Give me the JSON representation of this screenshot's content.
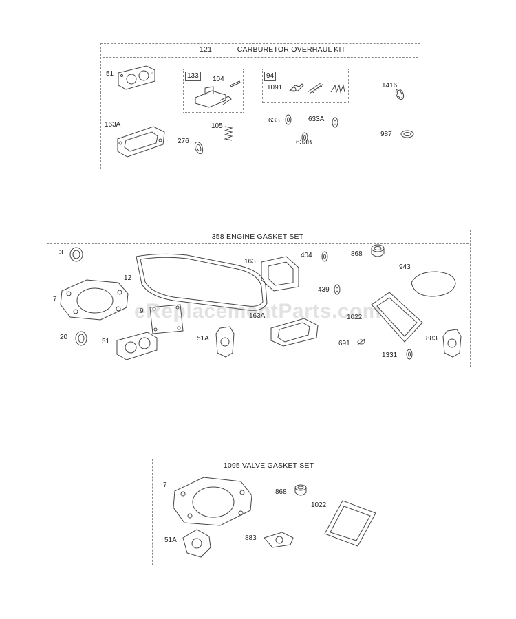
{
  "watermark": "eReplacementParts.com",
  "kits": [
    {
      "number": "121",
      "title": "CARBURETOR OVERHAUL KIT",
      "labels": [
        "51",
        "133",
        "104",
        "94",
        "1091",
        "1416",
        "163A",
        "105",
        "276",
        "633",
        "633A",
        "633B",
        "987"
      ]
    },
    {
      "title": "358 ENGINE GASKET SET",
      "labels": [
        "3",
        "163",
        "404",
        "868",
        "943",
        "12",
        "439",
        "7",
        "9",
        "163A",
        "1022",
        "20",
        "51",
        "51A",
        "691",
        "883",
        "1331"
      ]
    },
    {
      "title": "1095 VALVE GASKET SET",
      "labels": [
        "7",
        "868",
        "1022",
        "51A",
        "883"
      ]
    }
  ],
  "colors": {
    "line": "#444444",
    "dashed_border": "#8a8a8a",
    "watermark": "#969696"
  }
}
